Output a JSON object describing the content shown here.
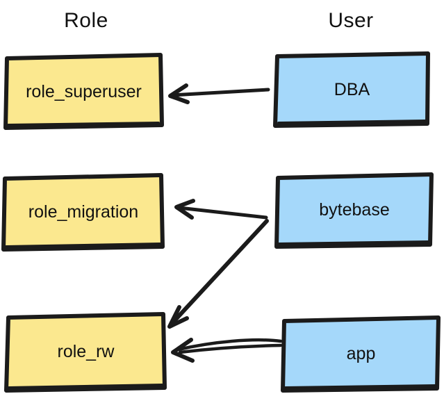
{
  "diagram": {
    "headers": {
      "role": "Role",
      "user": "User"
    },
    "roles": [
      {
        "label": "role_superuser"
      },
      {
        "label": "role_migration"
      },
      {
        "label": "role_rw"
      }
    ],
    "users": [
      {
        "label": "DBA"
      },
      {
        "label": "bytebase"
      },
      {
        "label": "app"
      }
    ],
    "edges": [
      {
        "from": "DBA",
        "to": "role_superuser"
      },
      {
        "from": "bytebase",
        "to": "role_migration"
      },
      {
        "from": "bytebase",
        "to": "role_rw"
      },
      {
        "from": "app",
        "to": "role_rw"
      }
    ],
    "colors": {
      "role_fill": "#FBE88F",
      "user_fill": "#A5D8FA",
      "stroke": "#1b1b1b",
      "text": "#111111",
      "background": "#ffffff"
    }
  }
}
